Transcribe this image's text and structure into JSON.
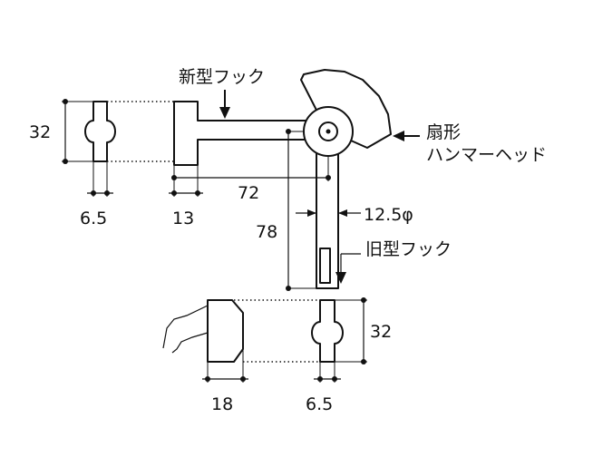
{
  "labels": {
    "new_hook": "新型フック",
    "old_hook": "旧型フック",
    "hammer_line1": "扇形",
    "hammer_line2": "ハンマーヘッド"
  },
  "dimensions": {
    "top_height": "32",
    "top_slot_width": "6.5",
    "top_head_width": "13",
    "arm_length": "72",
    "shaft_length": "78",
    "shaft_diameter": "12.5φ",
    "bottom_height": "32",
    "bottom_head_width": "18",
    "bottom_slot_width": "6.5"
  }
}
